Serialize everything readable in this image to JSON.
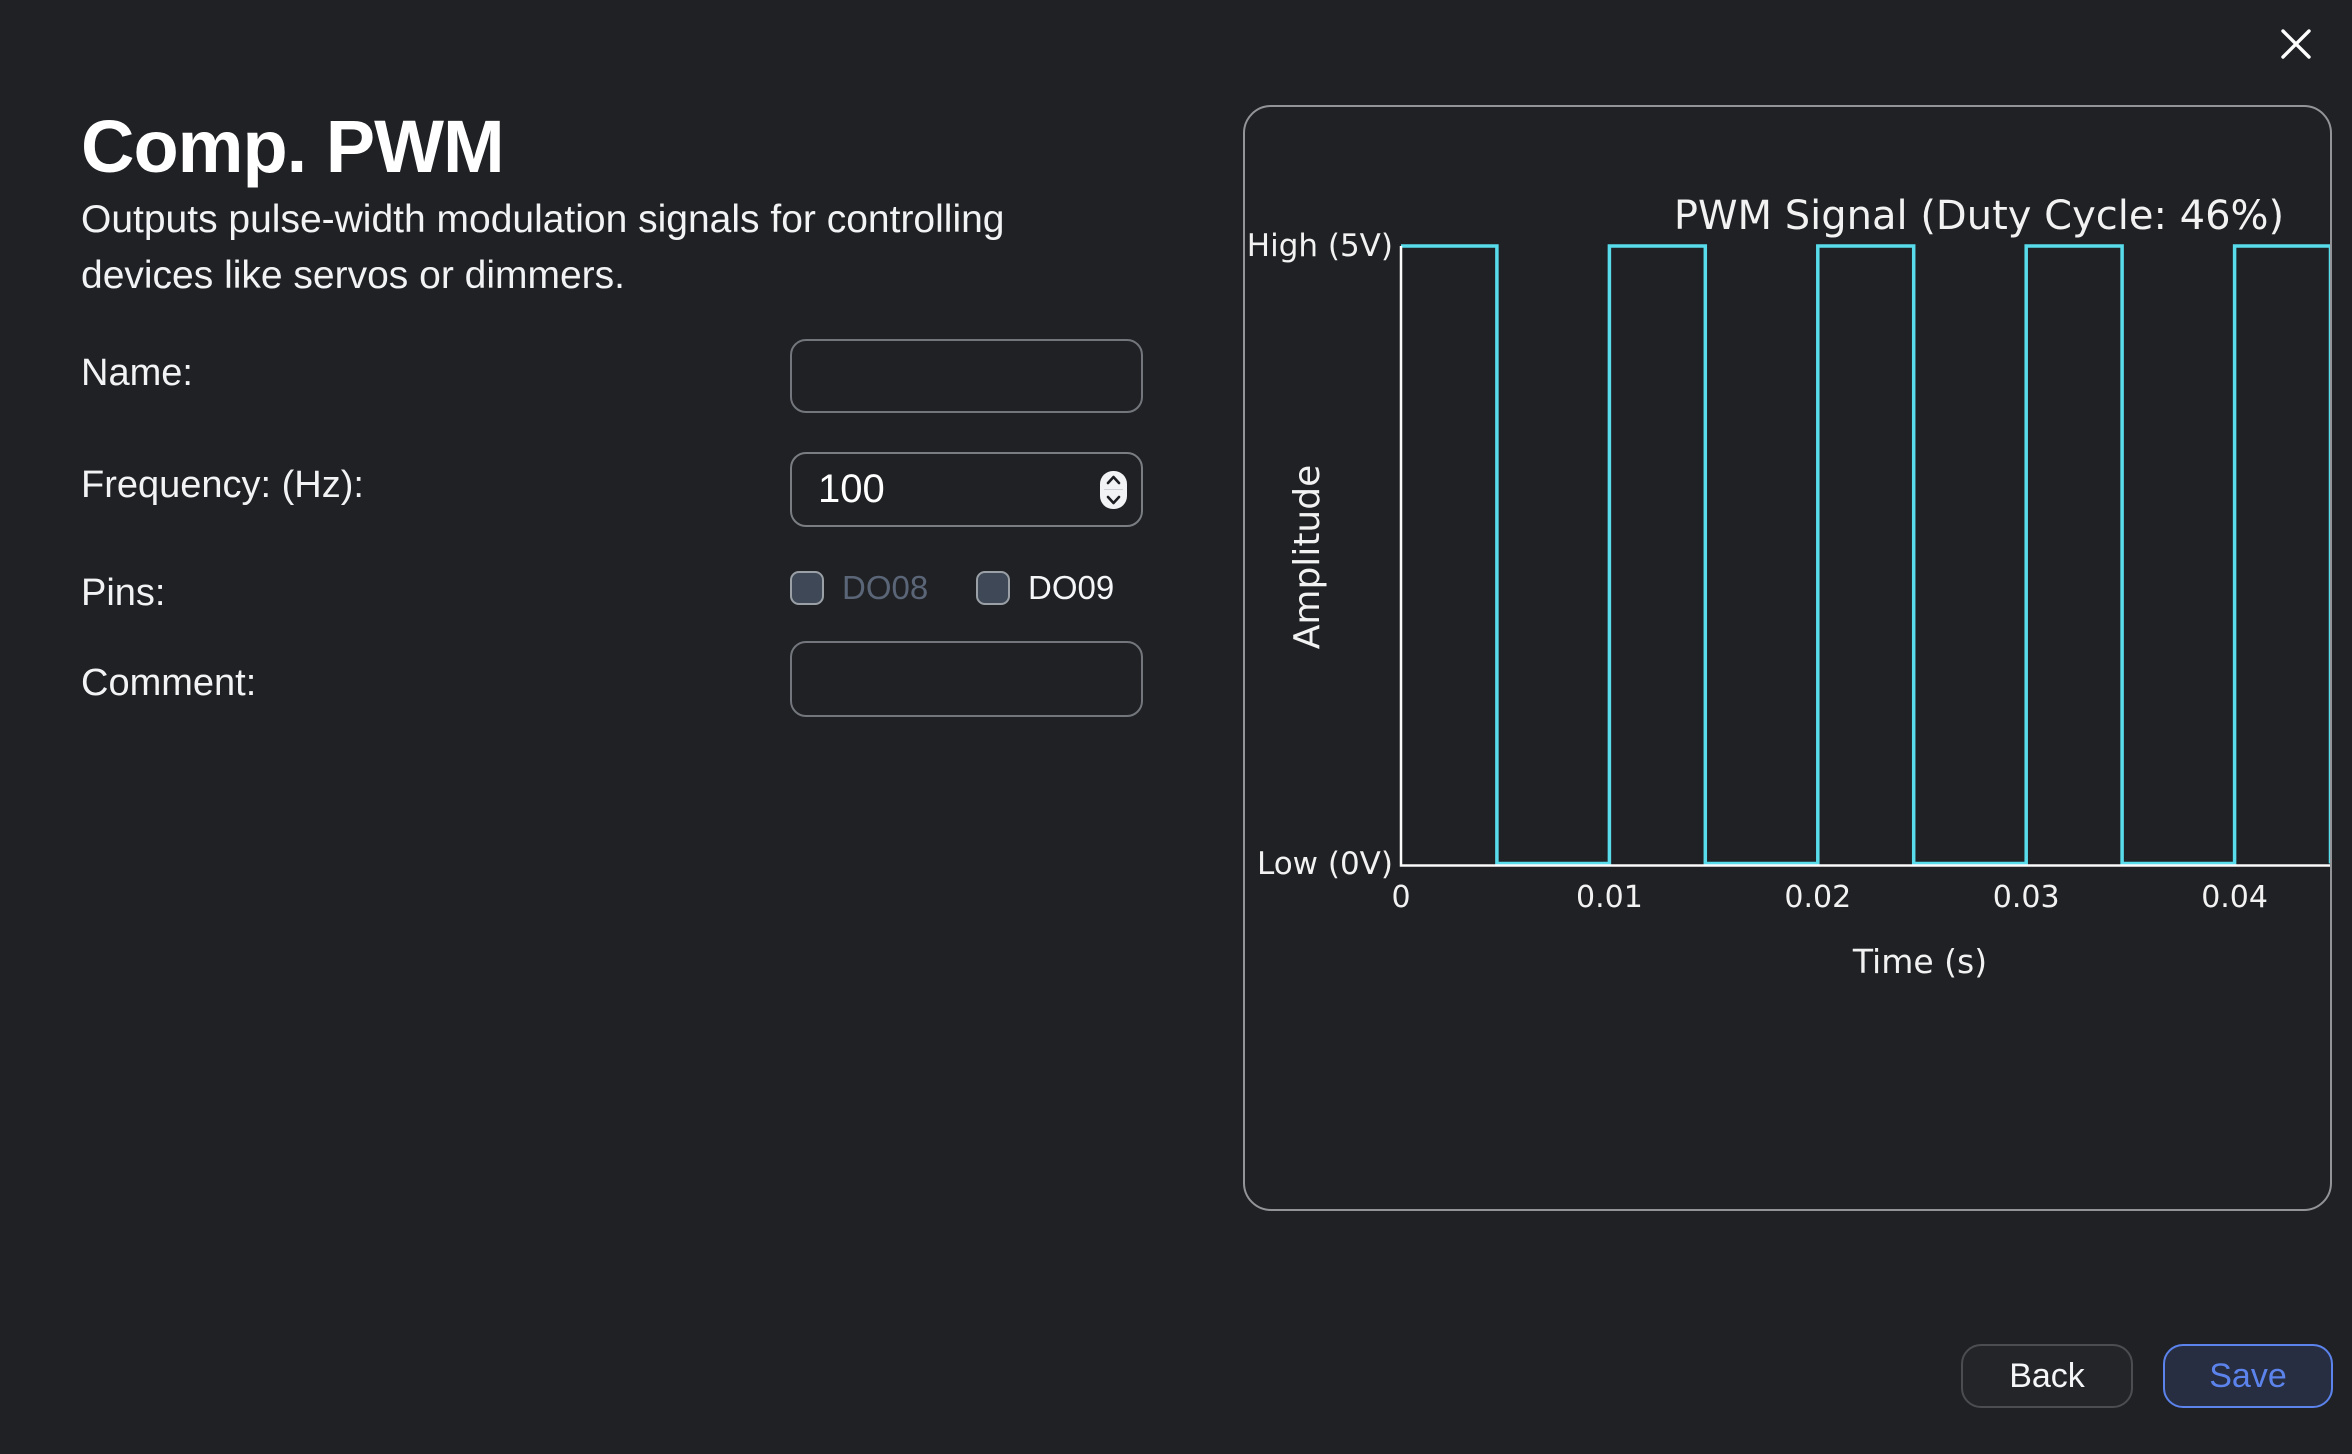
{
  "dialog": {
    "title": "Comp. PWM",
    "description_line1": "Outputs pulse-width modulation signals for controlling",
    "description_line2": "devices like servos or dimmers.",
    "close_icon": "close-x"
  },
  "form": {
    "name_label": "Name:",
    "name_value": "",
    "frequency_label": "Frequency: (Hz):",
    "frequency_value": "100",
    "frequency_stepper_icon": "up-down-chevrons",
    "pins_label": "Pins:",
    "pins": [
      {
        "label": "DO08",
        "checked": false,
        "disabled": true
      },
      {
        "label": "DO09",
        "checked": false,
        "disabled": false
      }
    ],
    "comment_label": "Comment:",
    "comment_value": ""
  },
  "footer": {
    "back_label": "Back",
    "save_label": "Save"
  },
  "colors": {
    "accent_blue": "#5b83eb",
    "waveform_cyan": "#58dcec",
    "axis_white": "#fbfbfb"
  },
  "chart_data": {
    "type": "line",
    "subtype": "square-wave",
    "title": "PWM Signal (Duty Cycle: 46%)",
    "xlabel": "Time (s)",
    "ylabel": "Amplitude",
    "y_tick_labels": {
      "high": "High (5V)",
      "low": "Low (0V)"
    },
    "high_value_v": 5,
    "low_value_v": 0,
    "duty_cycle": 0.46,
    "frequency_hz": 100,
    "period_s": 0.01,
    "x_ticks": [
      0,
      0.01,
      0.02,
      0.03,
      0.04
    ],
    "xlim": [
      0,
      0.0446
    ],
    "grid": false,
    "legend": false,
    "line_color": "#58dcec"
  }
}
